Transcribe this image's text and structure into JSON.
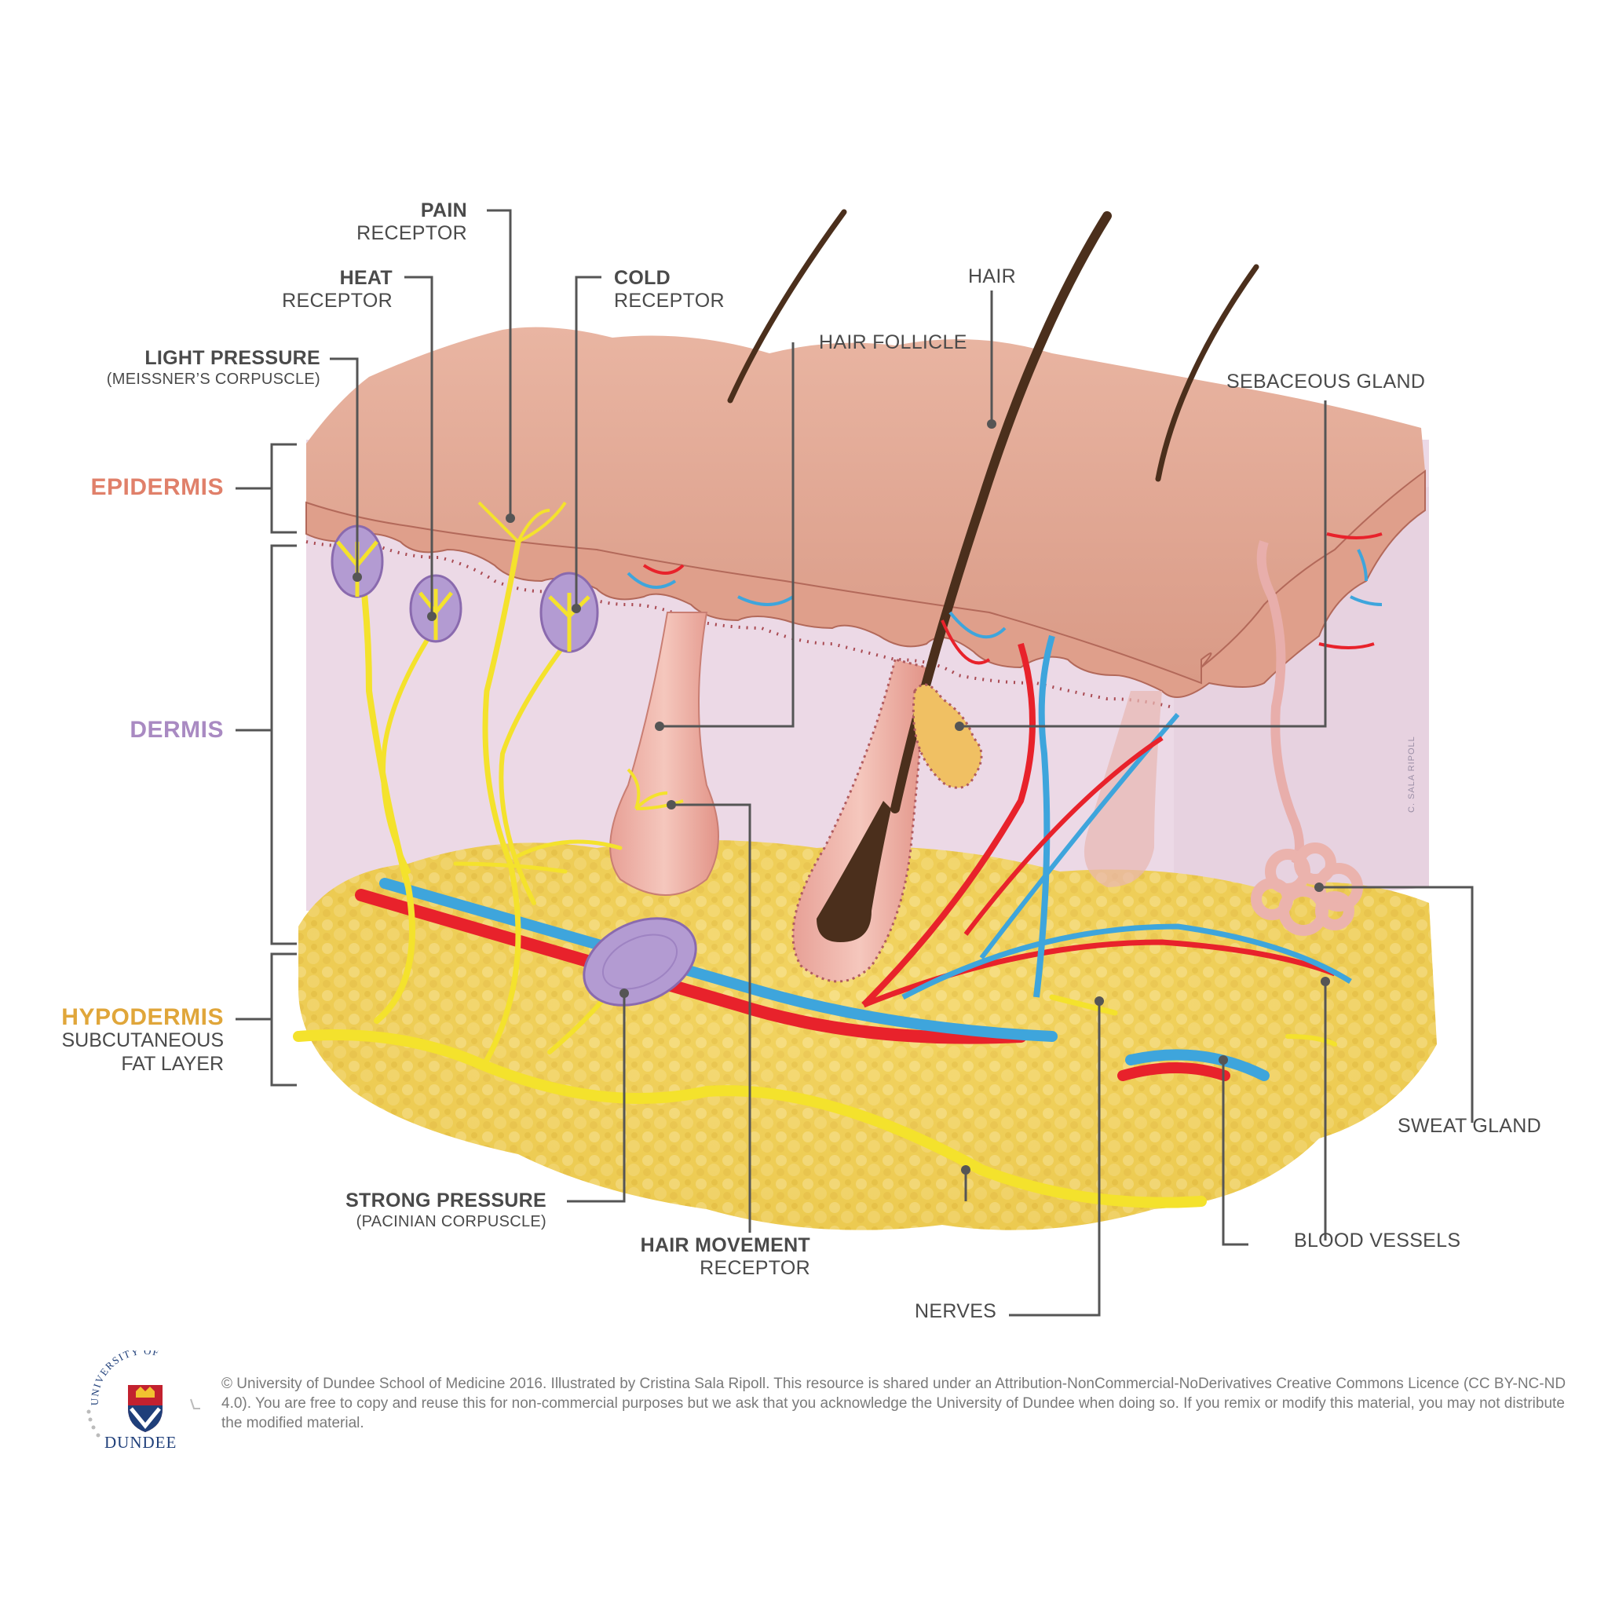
{
  "layers": {
    "epidermis": {
      "title": "EPIDERMIS",
      "color": "#e0806a"
    },
    "dermis": {
      "title": "DERMIS",
      "color": "#a98ac2"
    },
    "hypodermis": {
      "title": "HYPODERMIS",
      "sub1": "SUBCUTANEOUS",
      "sub2": "FAT LAYER",
      "color": "#e0a63a"
    }
  },
  "labels": {
    "pain": {
      "bold": "PAIN",
      "normal": "RECEPTOR"
    },
    "heat": {
      "bold": "HEAT",
      "normal": "RECEPTOR"
    },
    "cold": {
      "bold": "COLD",
      "normal": "RECEPTOR"
    },
    "light_pressure": {
      "bold": "LIGHT PRESSURE",
      "small": "(MEISSNER’S CORPUSCLE)"
    },
    "hair": "HAIR",
    "hair_follicle": "HAIR FOLLICLE",
    "sebaceous_gland": "SEBACEOUS GLAND",
    "sweat_gland": "SWEAT GLAND",
    "blood_vessels": "BLOOD VESSELS",
    "nerves": "NERVES",
    "strong_pressure": {
      "bold": "STRONG PRESSURE",
      "small": "(PACINIAN CORPUSCLE)"
    },
    "hair_movement": {
      "bold": "HAIR MOVEMENT",
      "normal": "RECEPTOR"
    }
  },
  "signature": "C. SALA RIPOLL",
  "logo": {
    "arc_text": "UNIVERSITY OF",
    "name": "DUNDEE"
  },
  "footer": "© University of Dundee School of Medicine 2016. Illustrated by Cristina Sala Ripoll. This resource is shared under an Attribution-NonCommercial-NoDerivatives Creative Commons Licence (CC BY-NC-ND 4.0). You are free to copy and reuse this for non-commercial purposes but we ask that you acknowledge the University of Dundee when doing so. If you remix or modify this material, you may not distribute the modified material.",
  "colors": {
    "skin": "#e8ad98",
    "skin_dark": "#c98a78",
    "dermis_bg": "#ecd9e6",
    "fat": "#f0cf56",
    "nerve": "#f4e22c",
    "artery": "#e8222b",
    "vein": "#3ea5dc",
    "hair": "#4b2f1c",
    "corpuscle": "#b39bd2",
    "leader": "#555555"
  }
}
